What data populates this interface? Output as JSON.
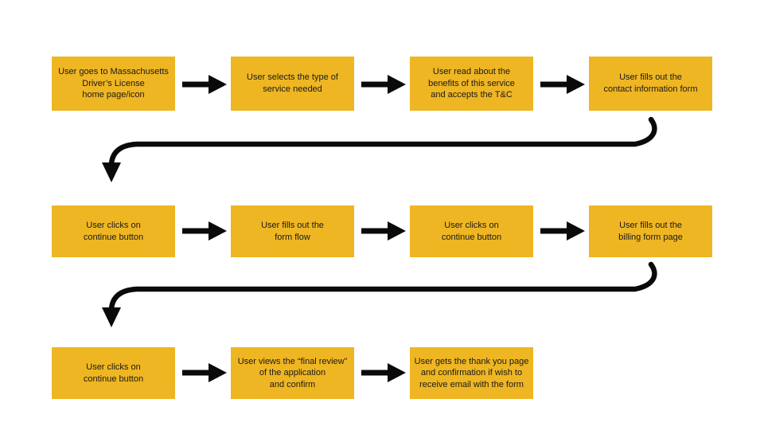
{
  "colors": {
    "background": "#ffffff",
    "node_fill": "#efb623",
    "node_text": "#1a1a1a",
    "arrow": "#0a0a0a"
  },
  "steps": [
    {
      "lines": [
        "User goes to Massachusetts",
        "Driver’s License",
        "home page/icon"
      ]
    },
    {
      "lines": [
        "User selects the type of",
        "service needed"
      ]
    },
    {
      "lines": [
        "User read about the",
        "benefits of this service",
        "and accepts the T&C"
      ]
    },
    {
      "lines": [
        "User fills out the",
        "contact information form"
      ]
    },
    {
      "lines": [
        "User clicks on",
        "continue button"
      ]
    },
    {
      "lines": [
        "User fills out the",
        "form  flow"
      ]
    },
    {
      "lines": [
        "User clicks on",
        "continue button"
      ]
    },
    {
      "lines": [
        "User fills out the",
        "billing form page"
      ]
    },
    {
      "lines": [
        "User clicks on",
        "continue button"
      ]
    },
    {
      "lines": [
        "User views the “final review”",
        "of the application",
        "and confirm"
      ]
    },
    {
      "lines": [
        "User gets the thank you page",
        "and confirmation if wish to",
        "receive email with the form"
      ]
    }
  ]
}
